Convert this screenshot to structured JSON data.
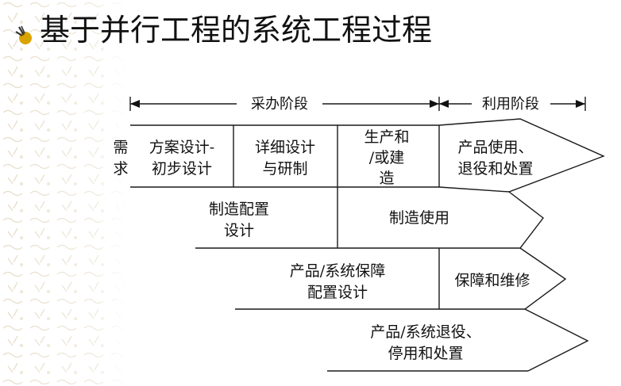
{
  "slide": {
    "title": "基于并行工程的系统工程过程",
    "bullet_icon": "bullet-flower-icon",
    "bullet_color": "#d9a300"
  },
  "diagram": {
    "phase_acquisition": "采办阶段",
    "phase_utilization": "利用阶段",
    "requirement_label": [
      "需",
      "求"
    ],
    "row1": {
      "concept": [
        "方案设计-",
        "初步设计"
      ],
      "detail": [
        "详细设计",
        "与研制"
      ],
      "production": [
        "生产和",
        "/或建",
        "造"
      ],
      "use": [
        "产品使用、",
        "退役和处置"
      ]
    },
    "row2": {
      "mfg_config": [
        "制造配置",
        "设计"
      ],
      "mfg_use": "制造使用"
    },
    "row3": {
      "support_config": [
        "产品/系统保障",
        "配置设计"
      ],
      "support": "保障和维修"
    },
    "row4": {
      "retire": [
        "产品/系统退役、",
        "停用和处置"
      ]
    }
  }
}
